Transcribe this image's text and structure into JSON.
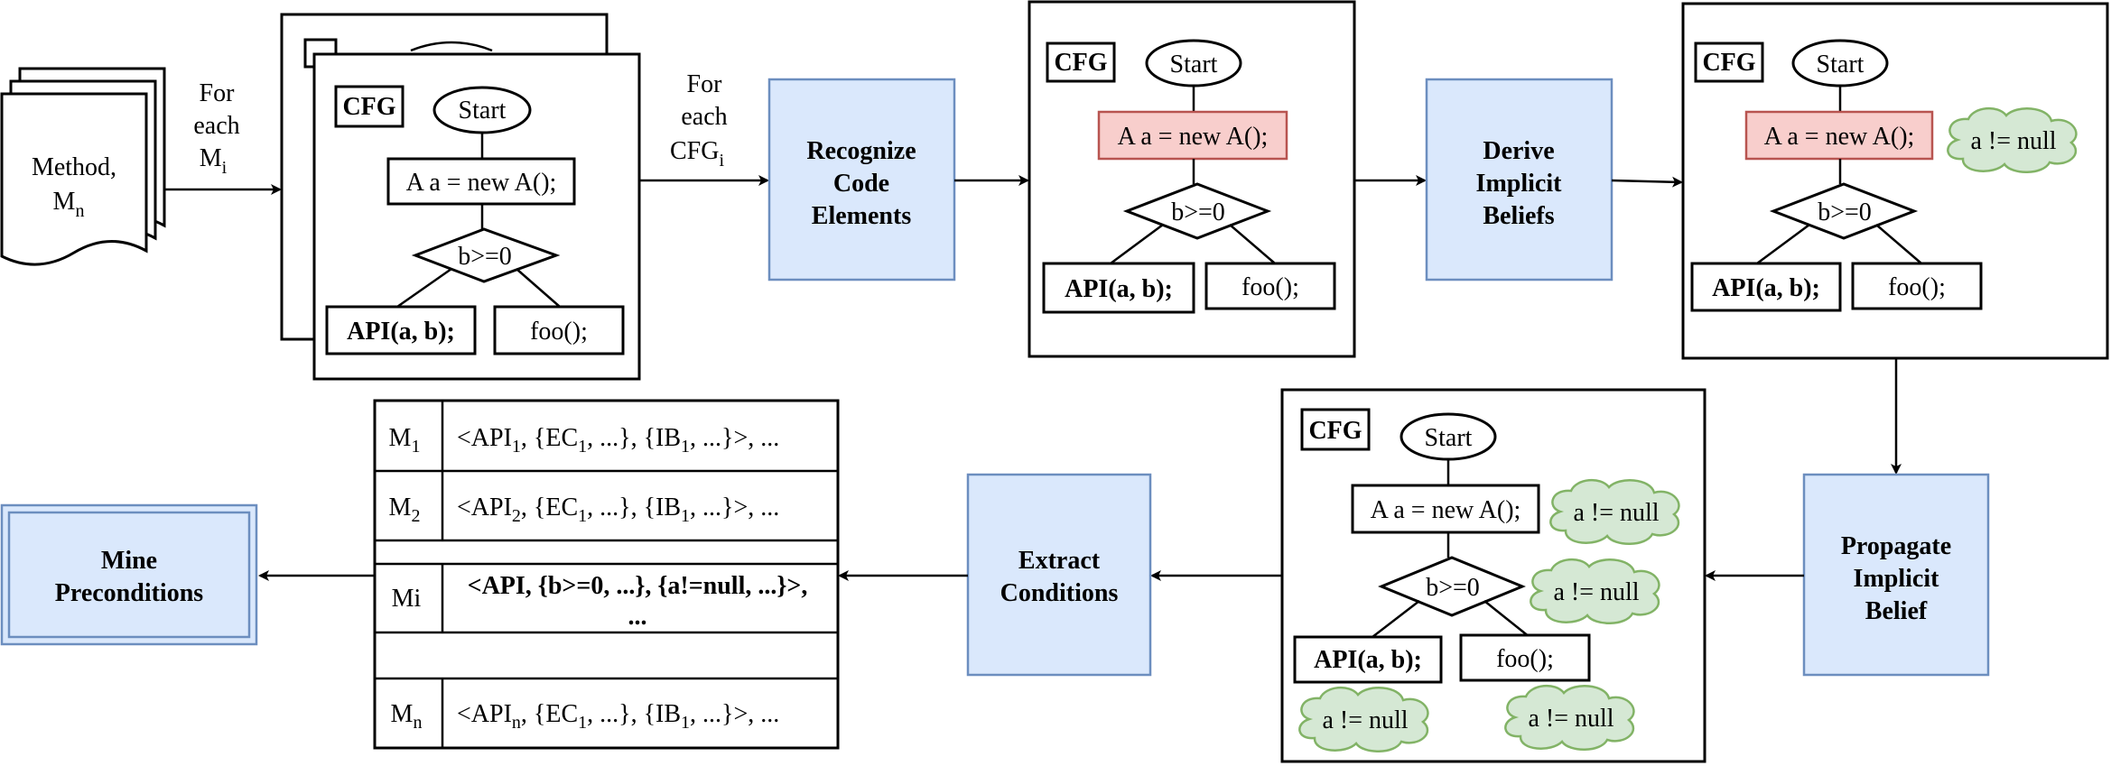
{
  "input": {
    "doc_label_1": "Method,",
    "doc_label_2": "M",
    "doc_label_sub": "n",
    "loop1_line1": "For",
    "loop1_line2": "each",
    "loop1_line3": "M",
    "loop1_sub": "i",
    "loop2_line1": "For",
    "loop2_line2": "each",
    "loop2_line3": "CFG",
    "loop2_sub": "i"
  },
  "cfg": {
    "label": "CFG",
    "start": "Start",
    "stmt": "A a = new A();",
    "cond": "b>=0",
    "api": "API(a, b);",
    "other": "foo();",
    "belief": "a != null"
  },
  "steps": {
    "recognize": [
      "Recognize",
      "Code",
      "Elements"
    ],
    "derive": [
      "Derive",
      "Implicit",
      "Beliefs"
    ],
    "propagate": [
      "Propagate",
      "Implicit",
      "Belief"
    ],
    "extract": [
      "Extract",
      "Conditions"
    ],
    "mine": [
      "Mine",
      "Preconditions"
    ]
  },
  "table": {
    "rows": [
      {
        "m": "M",
        "m_sub": "1",
        "api_sub": "1"
      },
      {
        "m": "M",
        "m_sub": "2",
        "api_sub": "2"
      },
      {
        "m": "M",
        "m_sub": "n",
        "api_sub": "n"
      }
    ],
    "row_prefix": "<API",
    "row_ec": ", {EC",
    "row_ec_sub": "1",
    "row_ib": ", ...}, {IB",
    "row_ib_sub": "1",
    "row_end": ", ...}>, ...",
    "mi_label": "Mi",
    "mi_value_1": "<API, {b>=0, ...}, {a!=null, ...}>,",
    "mi_value_2": "..."
  },
  "colors": {
    "process_fill": "#dae8fc",
    "process_stroke": "#6c8ebf",
    "highlight_fill": "#f8cecc",
    "belief_fill": "#d5e8d4"
  }
}
